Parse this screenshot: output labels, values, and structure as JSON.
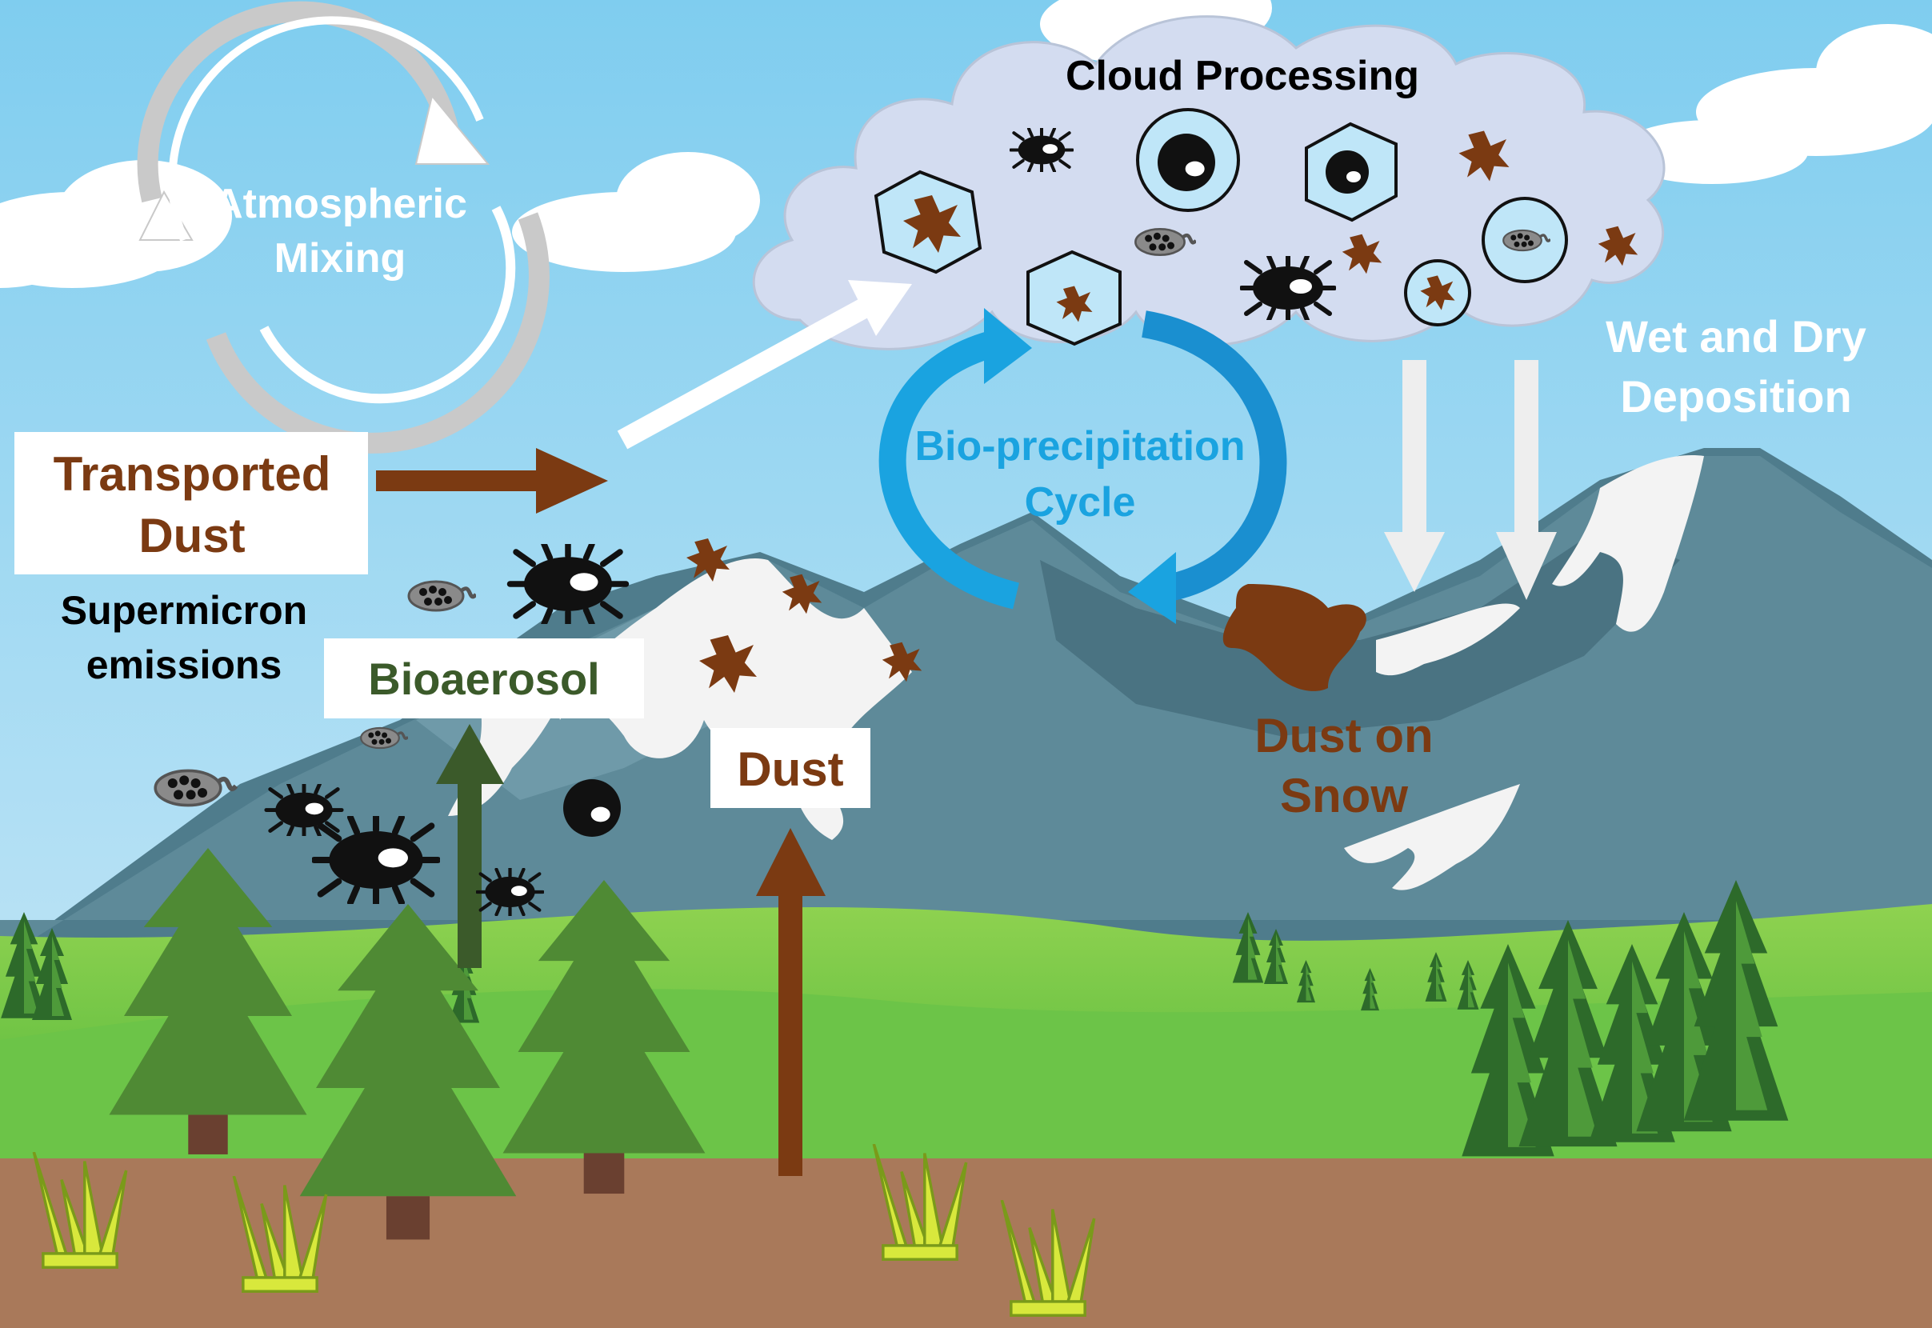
{
  "labels": {
    "atmospheric_mixing": [
      "Atmospheric",
      "Mixing"
    ],
    "cloud_processing": "Cloud Processing",
    "wet_dry_deposition": [
      "Wet and Dry",
      "Deposition"
    ],
    "bio_precipitation": [
      "Bio-precipitation",
      "Cycle"
    ],
    "transported_dust": [
      "Transported",
      "Dust"
    ],
    "supermicron": [
      "Supermicron",
      "emissions"
    ],
    "bioaerosol": "Bioaerosol",
    "dust": "Dust",
    "dust_on_snow": [
      "Dust on",
      "Snow"
    ]
  },
  "colors": {
    "sky": "#8fd3ef",
    "cloud": "#d3dcf0",
    "dust_brown": "#7b3a12",
    "bio_green": "#3b5a2a",
    "bio_blue": "#1aa3e0",
    "ground": "#a9795a",
    "mountain": "#5e8a99"
  }
}
